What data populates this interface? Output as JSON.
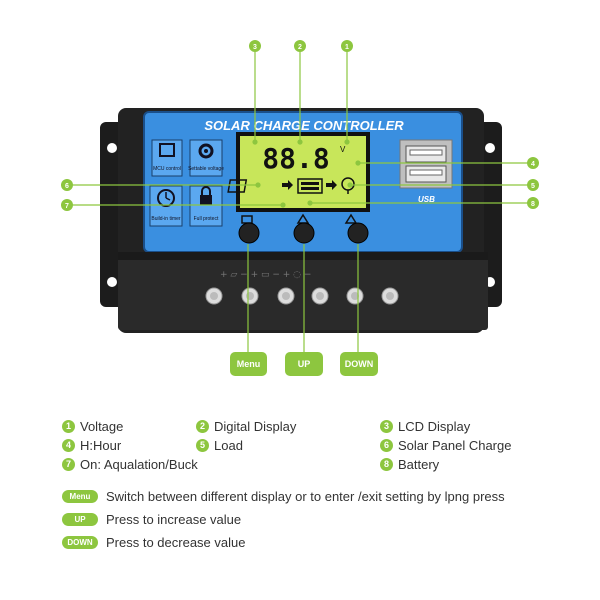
{
  "device": {
    "title": "SOLAR CHARGE CONTROLLER",
    "lcd_value": "88.8",
    "lcd_unit": "V",
    "icon_labels": {
      "mcu": "MCU control",
      "voltage": "Settable voltage",
      "timer": "Build-in timer",
      "protect": "Full protect"
    },
    "usb_label": "USB"
  },
  "callouts": [
    "1",
    "2",
    "3",
    "4",
    "5",
    "6",
    "7",
    "8"
  ],
  "buttons": {
    "menu": "Menu",
    "up": "UP",
    "down": "DOWN"
  },
  "legend": {
    "items": [
      {
        "num": "1",
        "text": "Voltage"
      },
      {
        "num": "2",
        "text": "Digital Display"
      },
      {
        "num": "3",
        "text": "LCD Display"
      },
      {
        "num": "4",
        "text": "H:Hour"
      },
      {
        "num": "5",
        "text": "Load"
      },
      {
        "num": "6",
        "text": "Solar Panel Charge"
      },
      {
        "num": "7",
        "text": "On: Aqualation/Buck"
      },
      {
        "num": "8",
        "text": "Battery"
      }
    ],
    "button_notes": [
      {
        "tag": "Menu",
        "text": "Switch between different display or to enter /exit setting by lpng press"
      },
      {
        "tag": "UP",
        "text": "Press to increase value"
      },
      {
        "tag": "DOWN",
        "text": "Press to decrease value"
      }
    ]
  },
  "colors": {
    "accent_green": "#8dc63f",
    "panel_blue": "#3a8fe0",
    "body_black": "#1e1e1e",
    "lcd_green": "#c8e65a"
  }
}
